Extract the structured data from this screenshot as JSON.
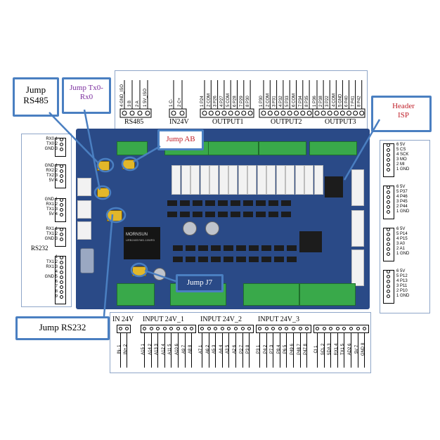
{
  "callouts": {
    "jump_rs485": "Jump RS485",
    "jump_tx0_rx0": "Jump Tx0-Rx0",
    "jump_ab": "Jump AB",
    "header_isp": "Header ISP",
    "jump_j7": "Jump J7",
    "jump_rs232": "Jump RS232"
  },
  "top_connectors": {
    "rs485": {
      "title": "RS485",
      "pins": [
        "4 GND_ISO",
        "3 B",
        "2 A",
        "1 5V_ISO"
      ]
    },
    "in24v": {
      "title": "IN24V",
      "pins": [
        "1 C-",
        "2 C+"
      ]
    },
    "output1": {
      "title": "OUTPUT1",
      "pins": [
        "1 P24",
        "2 COM",
        "3 P26",
        "4 P27",
        "5 COM",
        "6 P28",
        "7 P29",
        "8 P30"
      ]
    },
    "output2": {
      "title": "OUTPUT2",
      "pins": [
        "1 P30",
        "2 COM",
        "3 P31",
        "4 P32",
        "5 P33",
        "6 COM",
        "7 P34",
        "8 P35"
      ]
    },
    "output3": {
      "title": "OUTPUT3",
      "pins": [
        "1 P36",
        "2 P38",
        "3 P22",
        "4 COM",
        "5 GND",
        "6 P40",
        "7 P41",
        "8 P42"
      ]
    }
  },
  "left_connectors": {
    "rs232_label": "RS232",
    "g1": [
      "RX0 1",
      "TX0 2",
      "GND 3"
    ],
    "g2": [
      "GND 1",
      "RX2 2",
      "TX2 3",
      "5V 4"
    ],
    "g3": [
      "GND 1",
      "RX1 2",
      "TX1 3",
      "5V 4"
    ],
    "g4": [
      "RX1 1",
      "TX1 2",
      "GND 3"
    ],
    "g5": [
      "1",
      "TX1 2",
      "RX1 3",
      "4",
      "GND 5",
      "6",
      "7",
      "8",
      "9"
    ]
  },
  "right_connectors": {
    "isp": [
      "6 5V",
      "5 CS",
      "4 SCK",
      "3 MO",
      "2 MI",
      "1 GND"
    ],
    "r2": [
      "6 5V",
      "5 P37",
      "4 P46",
      "3 P45",
      "2 P44",
      "1 GND"
    ],
    "r3": [
      "6 5V",
      "5 P14",
      "4 P15",
      "3 A0",
      "2 A1",
      "1 GND"
    ],
    "r4": [
      "6 5V",
      "5 P12",
      "4 P13",
      "3 P11",
      "2 P10",
      "1 GND"
    ]
  },
  "bottom_connectors": {
    "in24v": {
      "title": "IN 24V",
      "pins": [
        "IN- 1",
        "IN+ 2"
      ]
    },
    "input1": {
      "title": "INPUT 24V_1",
      "pins": [
        "A15 1",
        "A14 2",
        "A13 3",
        "A12 4",
        "A11 5",
        "A10 6",
        "A9 7",
        "A8 8"
      ]
    },
    "input2": {
      "title": "INPUT 24V_2",
      "pins": [
        "A7 1",
        "A6 2",
        "A5 3",
        "A4 4",
        "A3 5",
        "A2 6",
        "P2 7",
        "P3 8"
      ]
    },
    "input3": {
      "title": "INPUT 24V_3",
      "pins": [
        "P3 1",
        "P4 2",
        "P7 3",
        "P8 4",
        "P6 5",
        "P49 6",
        "P48 7",
        "P47 8"
      ]
    },
    "misc": {
      "title": "",
      "pins": [
        "CI 1",
        "SCL 2",
        "SDA 3",
        "RX1 4",
        "TX1 5",
        "AD2 6",
        "5V 7",
        "GND 8"
      ]
    }
  },
  "board": {
    "module_text": "MORNSUN",
    "module_sub": "URB2405YMD-10WR3"
  }
}
